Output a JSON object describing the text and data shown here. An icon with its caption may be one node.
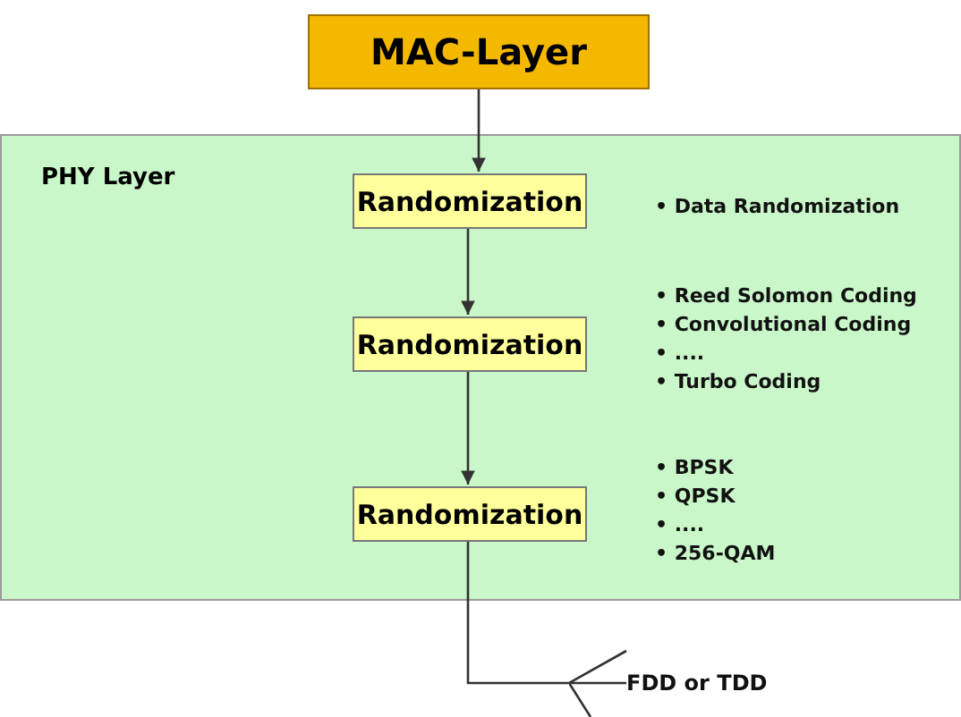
{
  "diagram": {
    "nodes": [
      {
        "text": [
          "MAC-Layer"
        ]
      },
      {
        "text": [
          "PHY Layer"
        ]
      },
      {
        "text": [
          "Randomization"
        ],
        "in": 1
      },
      {
        "text": [
          "Randomization"
        ],
        "in": 1
      },
      {
        "text": [
          "Randomization"
        ],
        "in": 1
      },
      {
        "text": [],
        "shape": "antenna",
        "beside": [
          "FDD or TDD"
        ]
      }
    ],
    "edges": [
      {
        "from": 0,
        "to": 2,
        "arrow": "to"
      },
      {
        "from": 2,
        "to": 3,
        "arrow": "to"
      },
      {
        "from": 3,
        "to": 4,
        "arrow": "to"
      },
      {
        "from": 4,
        "to": 5,
        "arrow": "none"
      }
    ],
    "labels": [
      "• Data Randomization",
      "• Reed Solomon Coding",
      "• Convolutional Coding",
      "• ....",
      "• Turbo Coding",
      "• BPSK",
      "• QPSK",
      "• ....",
      "• 256-QAM"
    ]
  }
}
